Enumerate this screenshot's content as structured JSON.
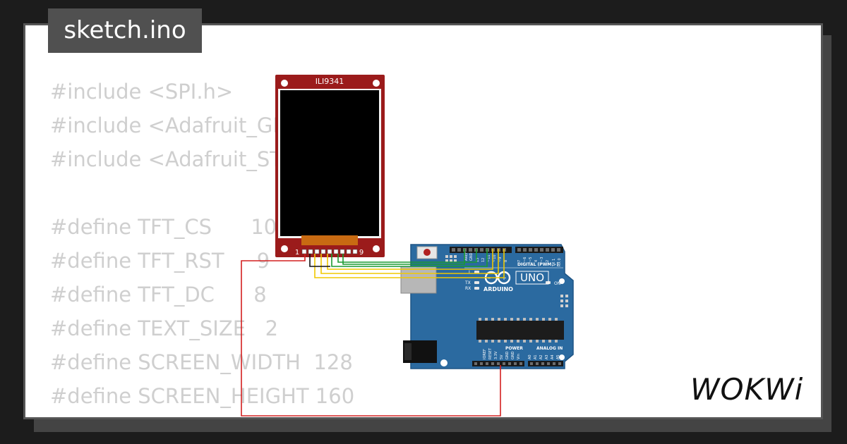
{
  "tab": {
    "title": "sketch.ino"
  },
  "code_lines": [
    "#include <SPI.h>",
    "#include <Adafruit_GFX.h>",
    "#include <Adafruit_ST7735.h>",
    "",
    "#define TFT_CS      10",
    "#define TFT_RST     9",
    "#define TFT_DC      8",
    "#define TEXT_SIZE   2",
    "#define SCREEN_WIDTH  128",
    "#define SCREEN_HEIGHT 160"
  ],
  "display": {
    "label": "ILI9341",
    "pin_first": "1",
    "pin_last": "9"
  },
  "arduino": {
    "brand": "ARDUINO",
    "model": "UNO",
    "digital_label": "DIGITAL (PWM ~)",
    "power_label": "POWER",
    "analog_label": "ANALOG IN",
    "on_label": "ON",
    "tx_label": "TX",
    "rx_label": "RX",
    "l_label": "L",
    "aref_label": "AREF",
    "gnd_label": "GND",
    "digital_pins": [
      "13",
      "12",
      "~11",
      "~10",
      "~9",
      "8",
      "7",
      "~6",
      "~5",
      "4",
      "~3",
      "2",
      "TX 1",
      "RX 0"
    ],
    "power_pins": [
      "IOREF",
      "RESET",
      "3.3V",
      "5V",
      "GND",
      "GND",
      "Vin"
    ],
    "analog_pins": [
      "A0",
      "A1",
      "A2",
      "A3",
      "A4",
      "A5"
    ]
  },
  "logo": {
    "text": "WOKWi"
  },
  "colors": {
    "card_bg": "#ffffff",
    "code_text": "#cfcfcf",
    "display_board": "#9b1b1b",
    "arduino_board": "#2b6aa0",
    "wire_green": "#1a9a30",
    "wire_yellow": "#f0c800",
    "wire_red": "#d42020",
    "wire_black": "#111111"
  }
}
